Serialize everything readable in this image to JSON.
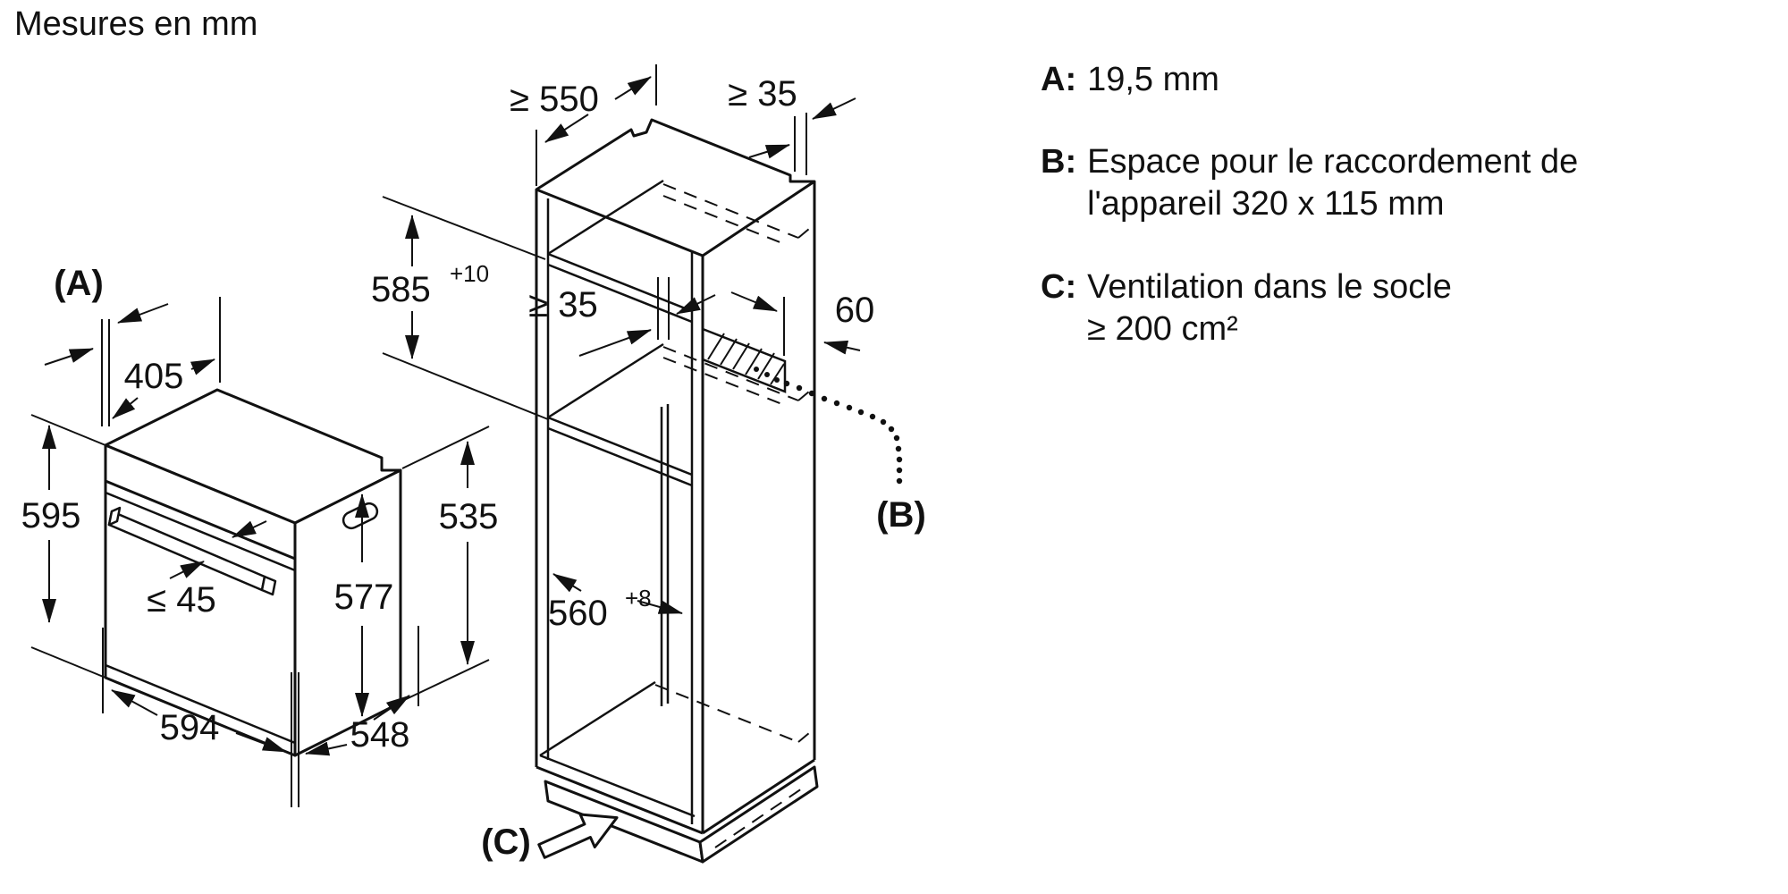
{
  "title": "Mesures en mm",
  "legend": {
    "a_key": "A:",
    "a_line1": "19,5 mm",
    "b_key": "B:",
    "b_line1": "Espace pour le raccordement de",
    "b_line2": "l'appareil 320 x 115 mm",
    "c_key": "C:",
    "c_line1": "Ventilation dans le socle",
    "c_line2": "≥ 200 cm²"
  },
  "oven": {
    "ref_a": "(A)",
    "top_depth": "405",
    "front_height": "595",
    "handle_depth": "≤ 45",
    "body_height": "577",
    "rear_height": "535",
    "width_bottom": "594",
    "depth_bottom": "548"
  },
  "cabinet": {
    "top_depth": "≥ 550",
    "wall_gap": "≥ 35",
    "niche_height": "585",
    "niche_height_tol": "+10",
    "shelf_gap": "≥ 35",
    "conduit_offset": "60",
    "ref_b": "(B)",
    "niche_width": "560",
    "niche_width_tol": "+8",
    "ref_c": "(C)"
  }
}
